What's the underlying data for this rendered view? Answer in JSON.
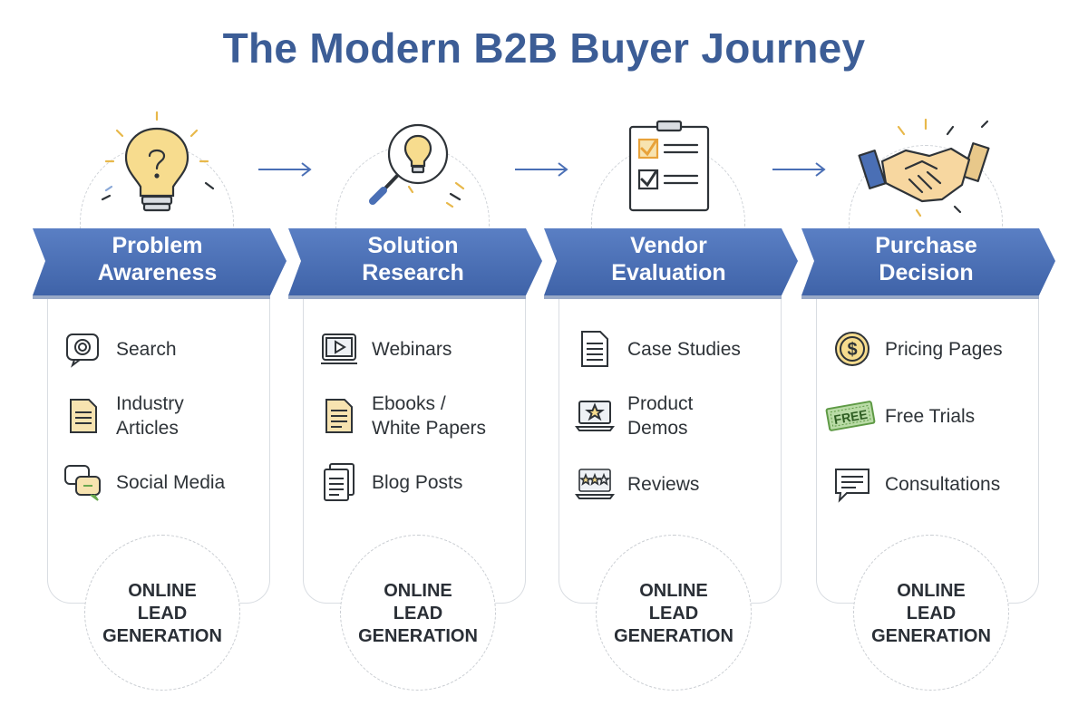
{
  "title": "The Modern B2B Buyer Journey",
  "colors": {
    "banner": "#4a6fb5",
    "banner_dark": "#34548f",
    "title": "#3c5d96",
    "accent_yellow": "#f5d98a",
    "check_orange": "#e8a23a",
    "free_green": "#6aa84f"
  },
  "stages": [
    {
      "title": "Problem\nAwareness",
      "top_icon": "lightbulb-question-icon",
      "items": [
        {
          "label": "Search",
          "icon": "search-bubble-icon"
        },
        {
          "label": "Industry\nArticles",
          "icon": "article-icon"
        },
        {
          "label": "Social Media",
          "icon": "chat-bubbles-icon"
        }
      ],
      "footer": "ONLINE\nLEAD\nGENERATION"
    },
    {
      "title": "Solution\nResearch",
      "top_icon": "magnifier-lightbulb-icon",
      "items": [
        {
          "label": "Webinars",
          "icon": "video-play-icon"
        },
        {
          "label": "Ebooks /\nWhite Papers",
          "icon": "ebook-icon"
        },
        {
          "label": "Blog Posts",
          "icon": "document-icon"
        }
      ],
      "footer": "ONLINE\nLEAD\nGENERATION"
    },
    {
      "title": "Vendor\nEvaluation",
      "top_icon": "checklist-icon",
      "items": [
        {
          "label": "Case Studies",
          "icon": "document-lines-icon"
        },
        {
          "label": "Product\nDemos",
          "icon": "laptop-star-icon"
        },
        {
          "label": "Reviews",
          "icon": "laptop-stars-icon"
        }
      ],
      "footer": "ONLINE\nLEAD\nGENERATION"
    },
    {
      "title": "Purchase\nDecision",
      "top_icon": "handshake-icon",
      "items": [
        {
          "label": "Pricing Pages",
          "icon": "dollar-coin-icon"
        },
        {
          "label": "Free Trials",
          "icon": "free-ticket-icon"
        },
        {
          "label": "Consultations",
          "icon": "chat-lines-icon"
        }
      ],
      "footer": "ONLINE\nLEAD\nGENERATION"
    }
  ]
}
